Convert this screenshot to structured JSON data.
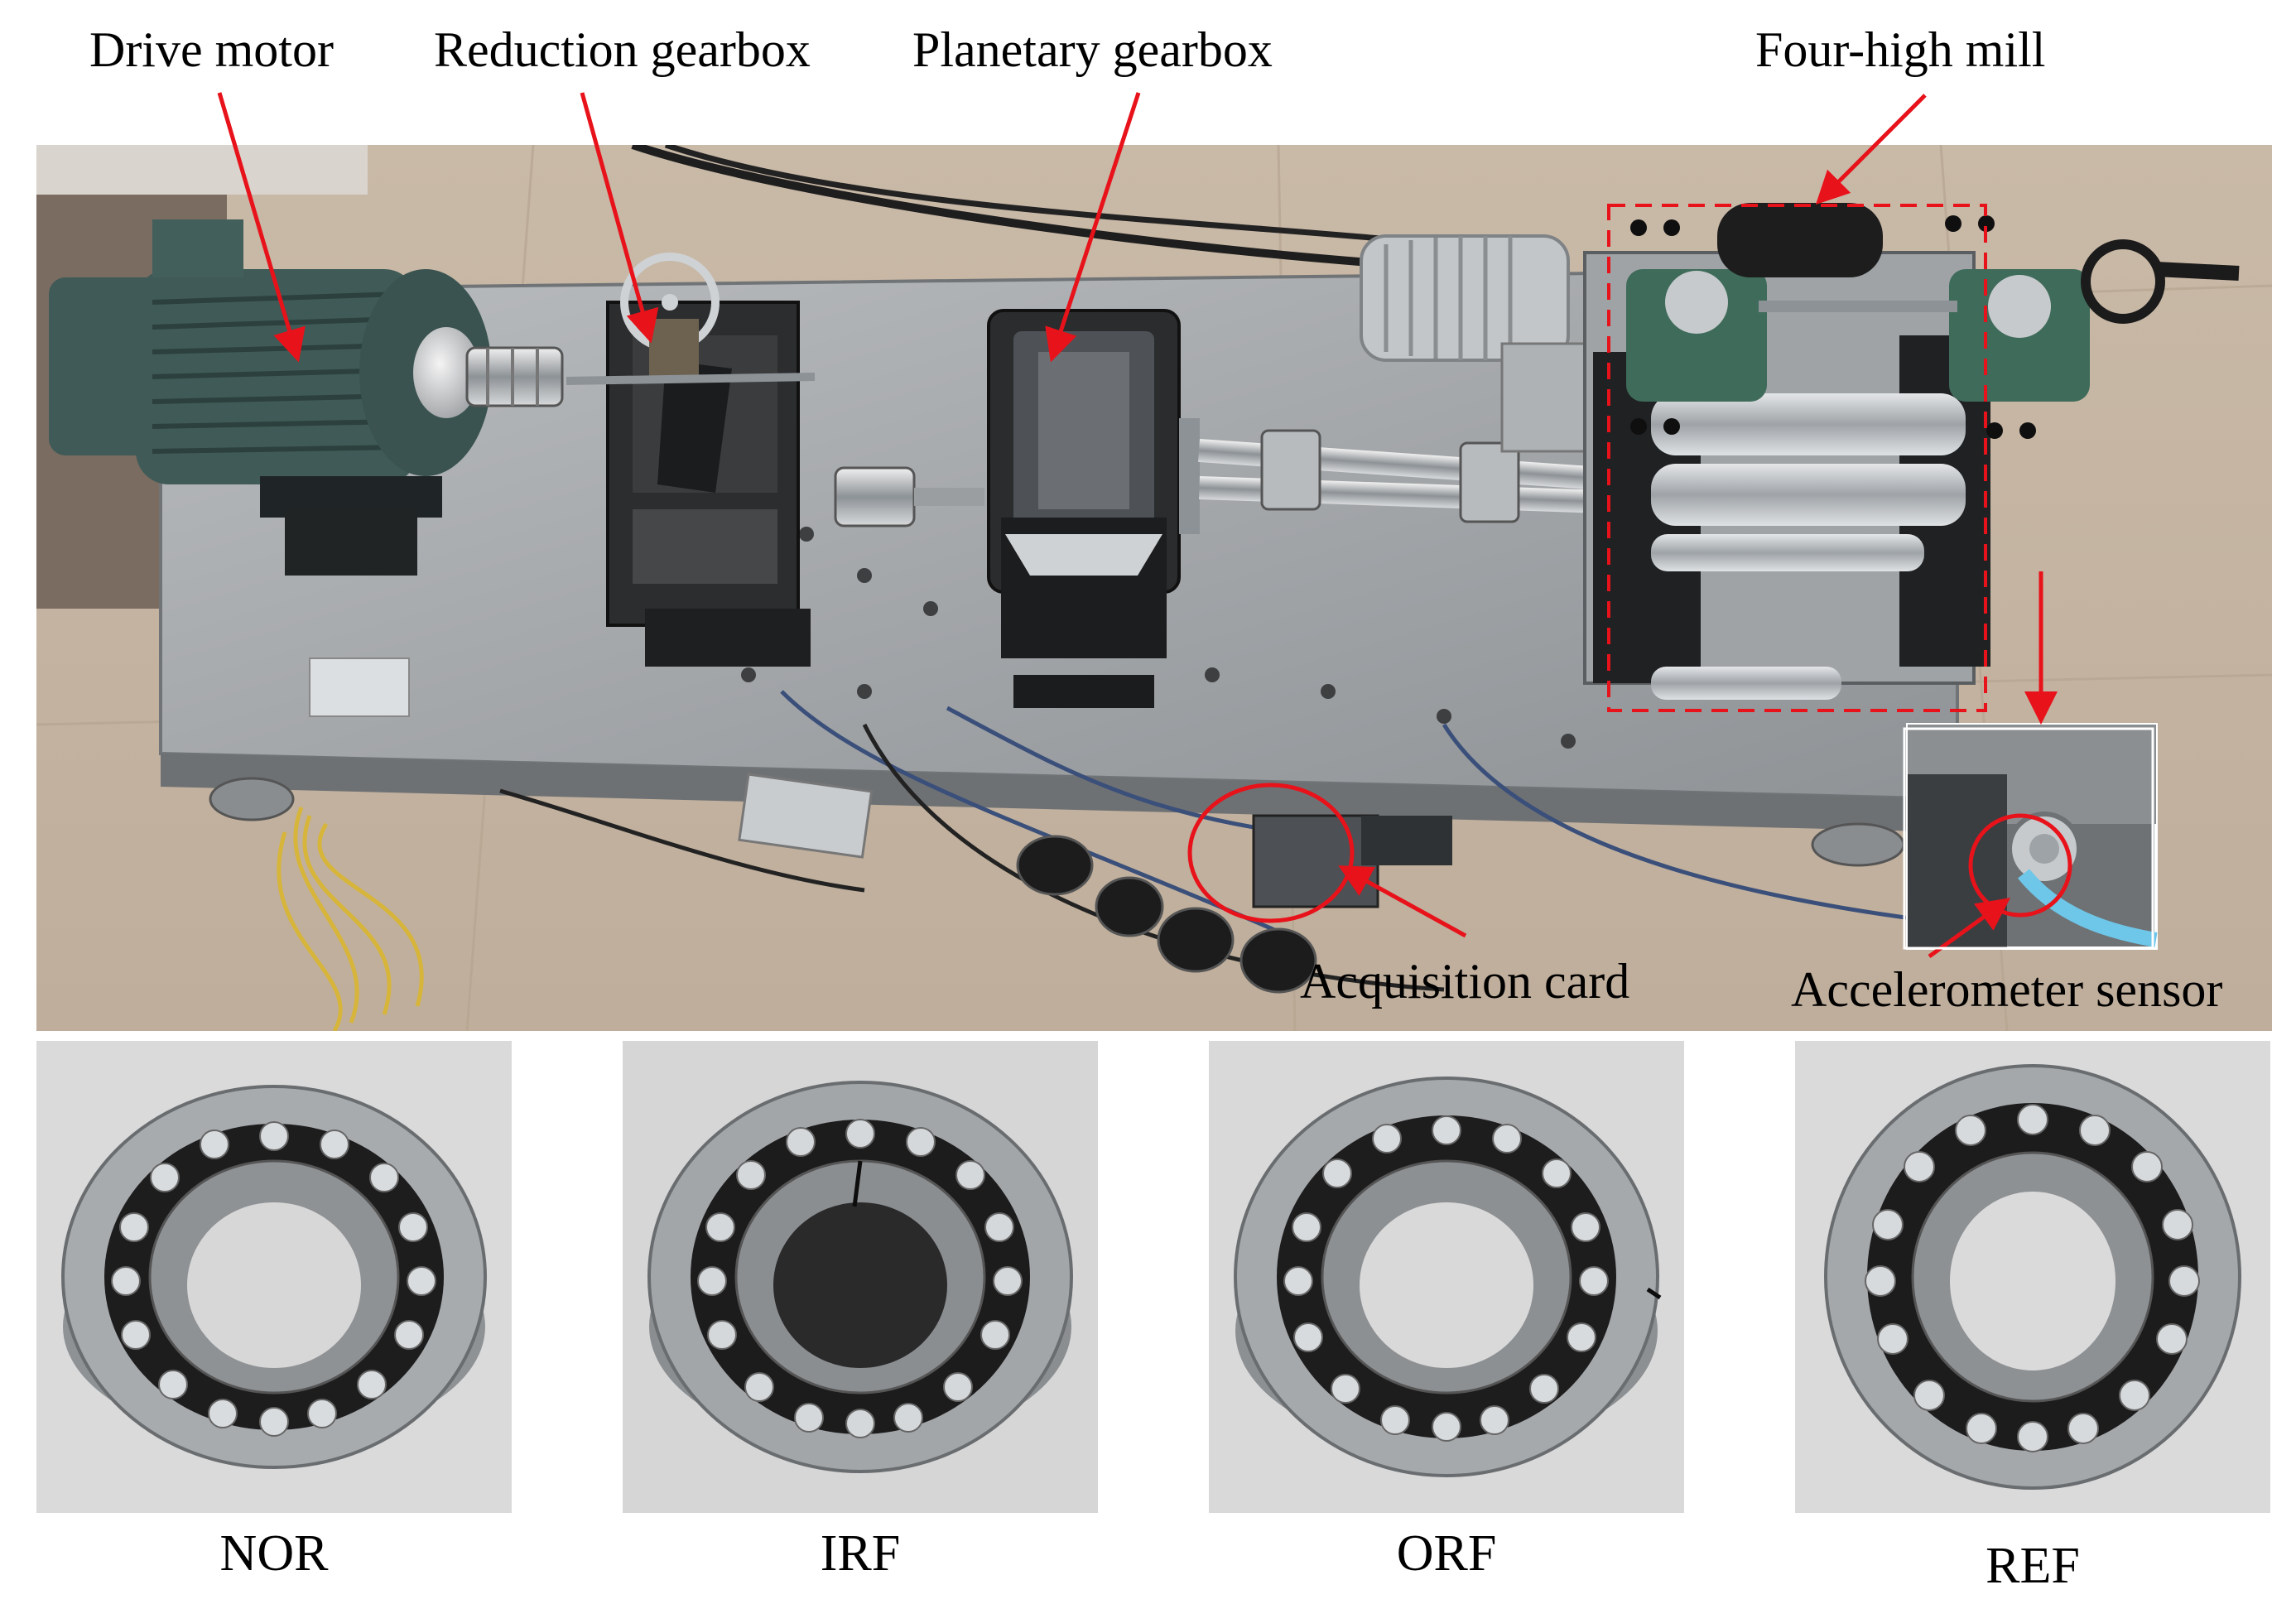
{
  "labels": {
    "drive_motor": "Drive motor",
    "reduction_gearbox": "Reduction gearbox",
    "planetary_gearbox": "Planetary gearbox",
    "four_high_mill": "Four-high mill",
    "acquisition_card": "Acquisition card",
    "accelerometer_sensor": "Accelerometer sensor"
  },
  "bearings": [
    {
      "caption": "NOR"
    },
    {
      "caption": "IRF"
    },
    {
      "caption": "ORF"
    },
    {
      "caption": "REF"
    }
  ],
  "colors": {
    "annotation": "#e8121a",
    "table_metal": "#a7aaad",
    "floor": "#c8b8a6",
    "motor_green": "#3f5a57",
    "gear_green": "#3f6b5a",
    "bearing_bg": "#d9d9d9"
  }
}
